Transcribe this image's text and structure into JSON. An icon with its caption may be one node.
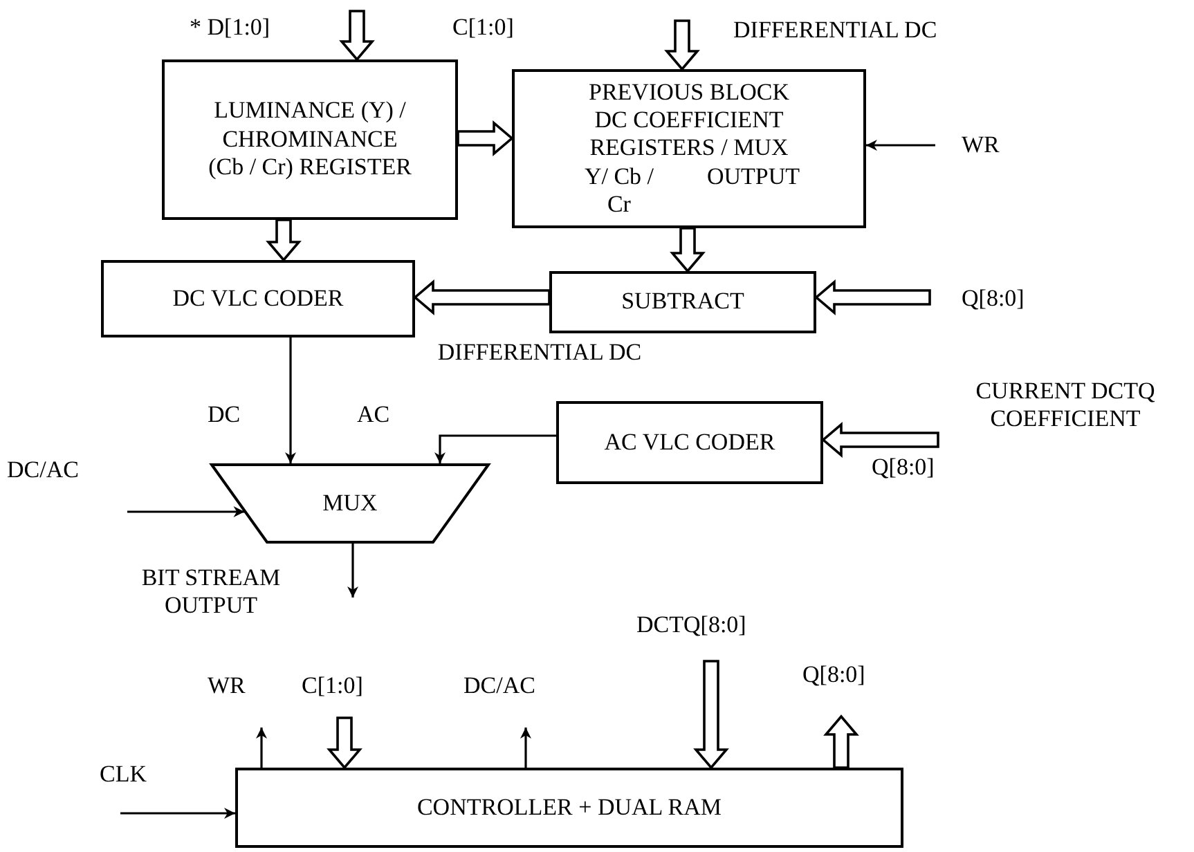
{
  "diagram": {
    "nodes": [
      {
        "text": [
          "LUMINANCE (Y) / CHROMINANCE (Cb / Cr) REGISTER"
        ]
      },
      {
        "text": [
          "PREVIOUS BLOCK DC COEFFICIENT REGISTERS / MUX",
          "Y/ Cb / Cr",
          "OUTPUT"
        ]
      },
      {
        "text": [
          "DC VLC CODER"
        ]
      },
      {
        "text": [
          "SUBTRACT"
        ]
      },
      {
        "text": [
          "AC VLC CODER"
        ]
      },
      {
        "text": [
          "MUX"
        ]
      },
      {
        "text": [
          "CONTROLLER + DUAL RAM"
        ]
      }
    ],
    "edges": [
      {
        "from": null,
        "to": 0,
        "arrow": "to",
        "style": "thick"
      },
      {
        "from": null,
        "to": 1,
        "arrow": "to",
        "style": "thick"
      },
      {
        "from": 0,
        "to": 1,
        "arrow": "to",
        "style": "thick"
      },
      {
        "from": null,
        "to": 1,
        "arrow": "to"
      },
      {
        "from": 0,
        "to": 2,
        "arrow": "to",
        "style": "thick"
      },
      {
        "from": 1,
        "to": 3,
        "arrow": "to",
        "style": "thick"
      },
      {
        "from": 3,
        "to": 2,
        "arrow": "to",
        "style": "thick"
      },
      {
        "from": null,
        "to": 3,
        "arrow": "to",
        "style": "thick"
      },
      {
        "from": 2,
        "to": 5,
        "arrow": "to"
      },
      {
        "from": 4,
        "to": 5,
        "arrow": "to"
      },
      {
        "from": null,
        "to": 4,
        "arrow": "to",
        "style": "thick"
      },
      {
        "from": null,
        "to": 5,
        "arrow": "to"
      },
      {
        "from": 5,
        "to": null,
        "arrow": "to"
      },
      {
        "from": 6,
        "to": null,
        "arrow": "to"
      },
      {
        "from": null,
        "to": 6,
        "arrow": "to",
        "style": "thick"
      },
      {
        "from": 6,
        "to": null,
        "arrow": "to"
      },
      {
        "from": null,
        "to": 6,
        "arrow": "to",
        "style": "thick"
      },
      {
        "from": 6,
        "to": null,
        "arrow": "to",
        "style": "thick"
      },
      {
        "from": null,
        "to": 6,
        "arrow": "to"
      }
    ],
    "labels": [
      "* D[1:0]",
      "C[1:0]",
      "DIFFERENTIAL DC",
      "WR",
      "Q[8:0]",
      "DIFFERENTIAL DC",
      "DC",
      "AC",
      "CURRENT DCTQ COEFFICIENT",
      "DC/AC",
      "Q[8:0]",
      "BIT STREAM OUTPUT",
      "DCTQ[8:0]",
      "WR",
      "C[1:0]",
      "DC/AC",
      "Q[8:0]",
      "CLK"
    ]
  }
}
